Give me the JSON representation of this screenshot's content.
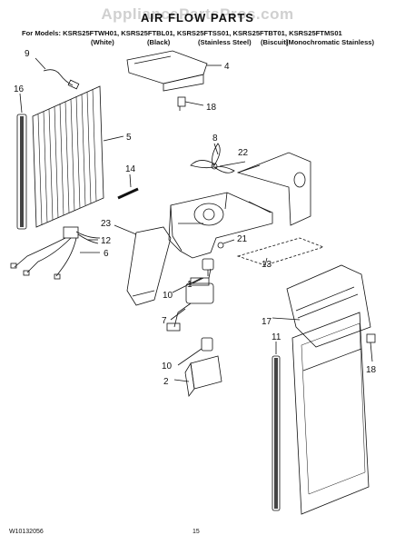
{
  "watermark": "AppliancePartsPros.com",
  "title": "AIR FLOW PARTS",
  "models_line": "For Models: KSRS25FTWH01, KSRS25FTBL01, KSRS25FTSS01, KSRS25FTBT01, KSRS25FTMS01",
  "colors": [
    "(White)",
    "(Black)",
    "(Stainless Steel)",
    "(Biscuit)",
    "(Monochromatic Stainless)"
  ],
  "callouts": {
    "n1": "1",
    "n2": "2",
    "n4": "4",
    "n5": "5",
    "n6": "6",
    "n7": "7",
    "n8": "8",
    "n9": "9",
    "n10a": "10",
    "n10b": "10",
    "n11": "11",
    "n12": "12",
    "n13": "13",
    "n14": "14",
    "n16": "16",
    "n17": "17",
    "n18a": "18",
    "n18b": "18",
    "n21": "21",
    "n22": "22",
    "n23": "23"
  },
  "footer": {
    "doc_number": "W10132056",
    "page": "15"
  }
}
